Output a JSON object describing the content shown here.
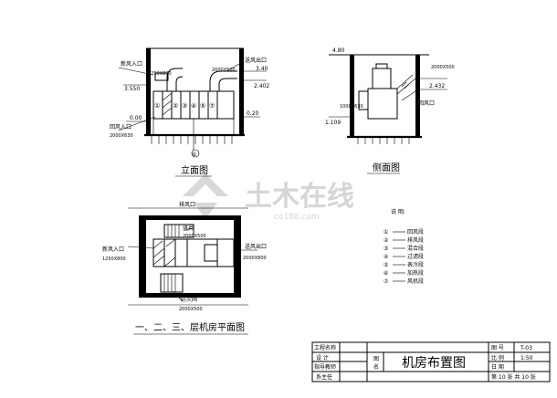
{
  "elevation": {
    "title": "立面图",
    "labels": {
      "fresh_air_inlet": "新风入口",
      "fresh_duct_size": "1250X800",
      "exhaust_outlet": "送风出口",
      "exhaust_duct_size": "2000X500",
      "return_inlet": "回风入口",
      "return_size": "2000X630",
      "top_elev": "3.40",
      "mid_elev_right": "2.402",
      "left_elev": "3.550",
      "zero_left": "0.00",
      "zero_right": "0.20",
      "fan_no": "⑥"
    },
    "sections": [
      "①",
      "②",
      "③",
      "④",
      "⑤",
      "⑦"
    ]
  },
  "side_view": {
    "title": "侧面图",
    "labels": {
      "top_elev": "4.80",
      "duct_size": "2000X500",
      "elev_right": "2.432",
      "return_label": "回风口",
      "inlet_size": "1000X630",
      "bottom_elev": "1.109"
    }
  },
  "plan_view": {
    "title": "一、二、三、层机房平面图",
    "labels": {
      "exhaust": "排风口",
      "shaft": "竖井",
      "shaft_size": "2000X500",
      "fresh_inlet": "新风入口",
      "fresh_size": "1250X800",
      "supply_outlet": "送风出口",
      "supply_size": "2000X800",
      "fire_damper": "防火阀",
      "damper_size": "2000X500"
    }
  },
  "legend": {
    "title": "说  明:",
    "items": [
      {
        "no": "①",
        "text": "回风段"
      },
      {
        "no": "②",
        "text": "排风段"
      },
      {
        "no": "③",
        "text": "混合段"
      },
      {
        "no": "④",
        "text": "过滤段"
      },
      {
        "no": "⑤",
        "text": "表冷段"
      },
      {
        "no": "⑥",
        "text": "加热段"
      },
      {
        "no": "⑦",
        "text": "风机段"
      }
    ]
  },
  "watermark": {
    "cn": "土木在线",
    "en": "co188.com"
  },
  "title_block": {
    "project_name": "工程名称",
    "design": "设 计",
    "advisor": "指导教师",
    "dept_head": "系主任",
    "drawing_label_1": "图",
    "drawing_label_2": "名",
    "drawing_title": "机房布置图",
    "drawing_no_label": "图    号",
    "drawing_no": "T-03",
    "scale_label": "比    例",
    "scale": "1:50",
    "date_label": "日    期",
    "sheet_info": "第 10 张 共 10 张"
  }
}
